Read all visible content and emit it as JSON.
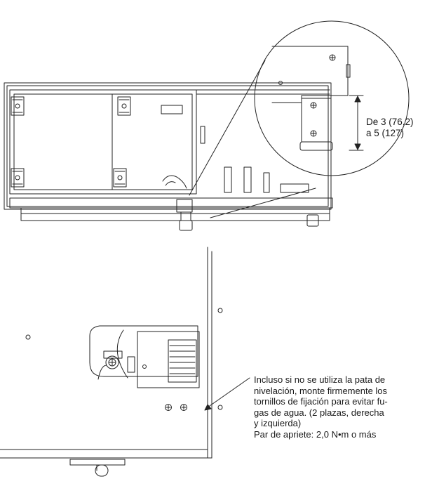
{
  "dimension": {
    "line1": "De 3 (76,2)",
    "line2": "a 5 (127)"
  },
  "note": {
    "lines": [
      "Incluso si no se utiliza la pata de",
      "nivelación, monte firmemente los",
      "tornillos de fijación para evitar fu-",
      "gas de agua. (2 plazas, derecha",
      "y izquierda)",
      "Par de apriete: 2,0 N•m o más"
    ]
  }
}
